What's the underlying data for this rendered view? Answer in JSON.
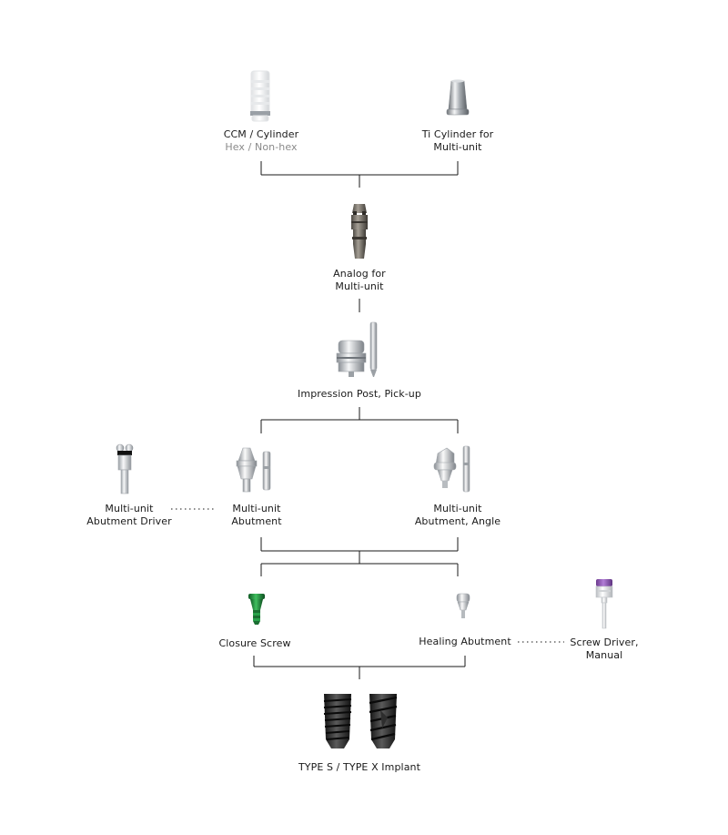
{
  "components": {
    "ccm_cylinder": {
      "line1": "CCM / Cylinder",
      "line2": "Hex / Non-hex"
    },
    "ti_cylinder": {
      "line1": "Ti Cylinder for",
      "line2": "Multi-unit"
    },
    "analog": {
      "line1": "Analog for",
      "line2": "Multi-unit"
    },
    "impression_post": {
      "line1": "Impression Post, Pick-up"
    },
    "abutment_driver": {
      "line1": "Multi-unit",
      "line2": "Abutment Driver"
    },
    "multi_unit_abutment": {
      "line1": "Multi-unit",
      "line2": "Abutment"
    },
    "multi_unit_angle": {
      "line1": "Multi-unit",
      "line2": "Abutment, Angle"
    },
    "closure_screw": {
      "line1": "Closure Screw"
    },
    "healing_abutment": {
      "line1": "Healing Abutment"
    },
    "screw_driver": {
      "line1": "Screw Driver,",
      "line2": "Manual"
    },
    "implant": {
      "line1": "TYPE S / TYPE X  Implant"
    }
  },
  "colors": {
    "line": "#1a1a1a",
    "subtext": "#8a8a8a",
    "closure_screw": "#1f8a3a",
    "screw_driver_cap": "#8e4fb0",
    "implant_body": "#2b2b2b",
    "titanium": "#c9ccd0",
    "ccm_white": "#f1f2f3"
  }
}
